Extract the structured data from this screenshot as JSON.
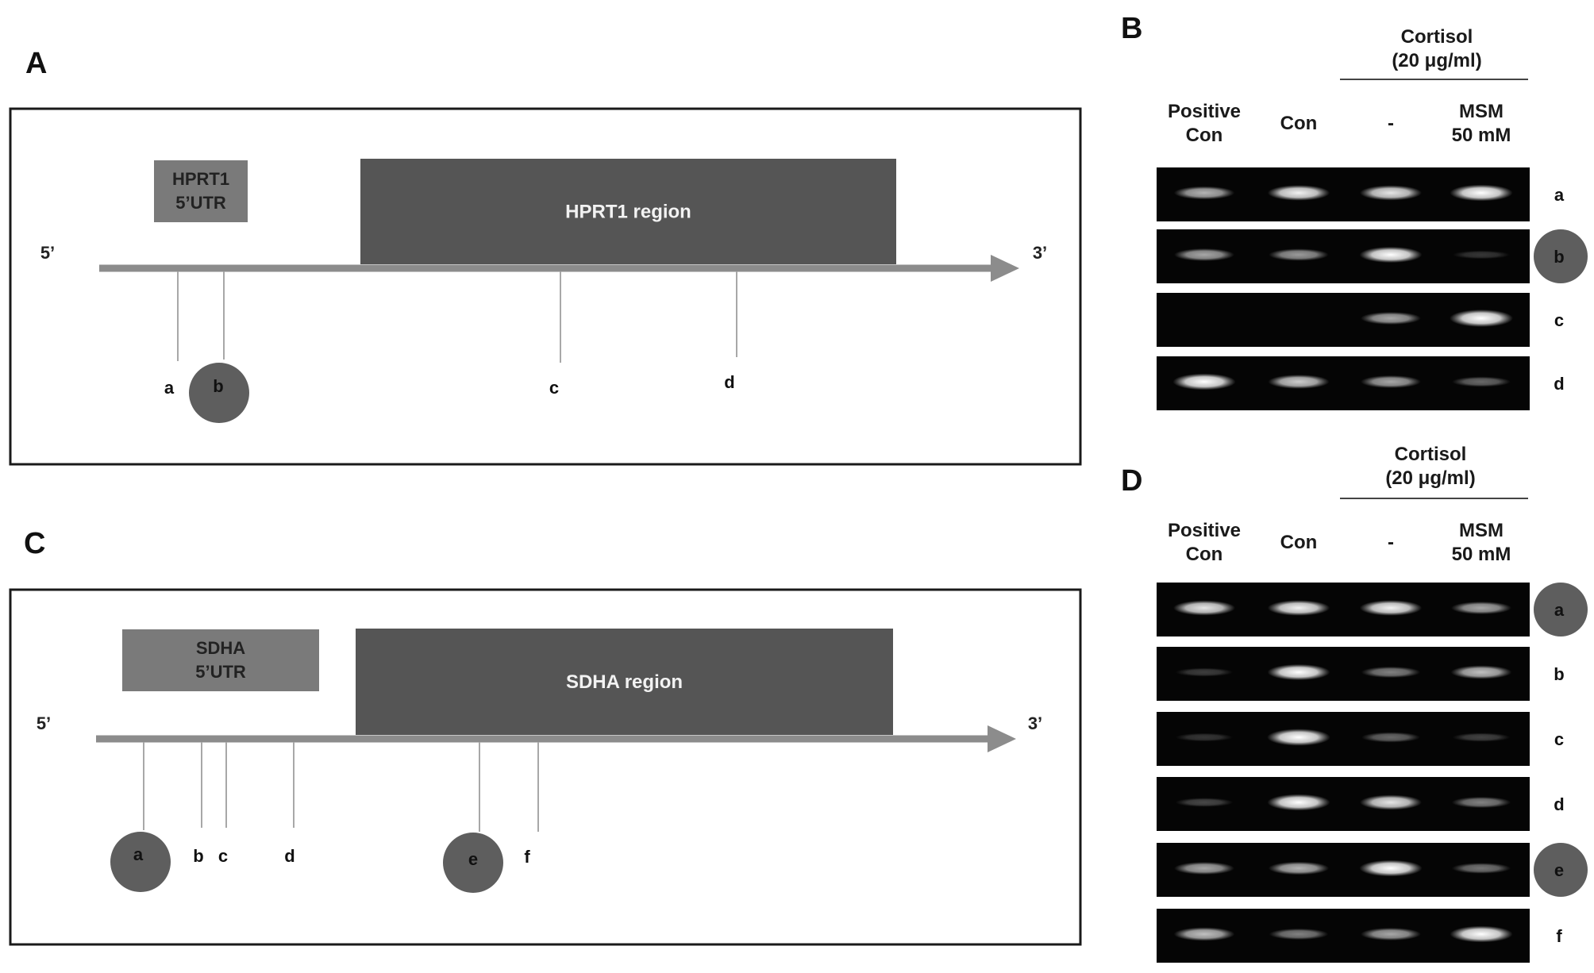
{
  "panels": {
    "A": {
      "letter": "A",
      "utr_label": [
        "HPRT1",
        "5’UTR"
      ],
      "region_label": "HPRT1 region",
      "five_prime": "5’",
      "three_prime": "3’",
      "sites": [
        {
          "label": "a",
          "highlighted": false
        },
        {
          "label": "b",
          "highlighted": true
        },
        {
          "label": "c",
          "highlighted": false
        },
        {
          "label": "d",
          "highlighted": false
        }
      ]
    },
    "B": {
      "letter": "B",
      "treatment": [
        "Cortisol",
        "(20 μg/ml)"
      ],
      "columns": [
        {
          "label": [
            "Positive",
            "Con"
          ]
        },
        {
          "label": [
            "Con"
          ]
        },
        {
          "label": [
            "-"
          ]
        },
        {
          "label": [
            "MSM",
            "50 mM"
          ]
        }
      ],
      "rows": [
        {
          "label": "a",
          "highlighted": false,
          "bands": [
            0.55,
            0.8,
            0.75,
            0.9
          ]
        },
        {
          "label": "b",
          "highlighted": true,
          "bands": [
            0.5,
            0.45,
            0.85,
            0.05
          ]
        },
        {
          "label": "c",
          "highlighted": false,
          "bands": [
            0.0,
            0.0,
            0.5,
            1.0
          ]
        },
        {
          "label": "d",
          "highlighted": false,
          "bands": [
            0.9,
            0.65,
            0.5,
            0.25
          ]
        }
      ]
    },
    "C": {
      "letter": "C",
      "utr_label": [
        "SDHA",
        "5’UTR"
      ],
      "region_label": "SDHA region",
      "five_prime": "5’",
      "three_prime": "3’",
      "sites": [
        {
          "label": "a",
          "highlighted": true
        },
        {
          "label": "b",
          "highlighted": false
        },
        {
          "label": "c",
          "highlighted": false
        },
        {
          "label": "d",
          "highlighted": false
        },
        {
          "label": "e",
          "highlighted": true
        },
        {
          "label": "f",
          "highlighted": false
        }
      ]
    },
    "D": {
      "letter": "D",
      "treatment": [
        "Cortisol",
        "(20 μg/ml)"
      ],
      "columns": [
        {
          "label": [
            "Positive",
            "Con"
          ]
        },
        {
          "label": [
            "Con"
          ]
        },
        {
          "label": [
            "-"
          ]
        },
        {
          "label": [
            "MSM",
            "50 mM"
          ]
        }
      ],
      "rows": [
        {
          "label": "a",
          "highlighted": true,
          "bands": [
            0.75,
            0.8,
            0.8,
            0.5
          ]
        },
        {
          "label": "b",
          "highlighted": false,
          "bands": [
            0.08,
            0.85,
            0.35,
            0.6
          ]
        },
        {
          "label": "c",
          "highlighted": false,
          "bands": [
            0.05,
            0.95,
            0.25,
            0.1
          ]
        },
        {
          "label": "d",
          "highlighted": false,
          "bands": [
            0.12,
            0.9,
            0.75,
            0.35
          ]
        },
        {
          "label": "e",
          "highlighted": true,
          "bands": [
            0.5,
            0.55,
            0.9,
            0.3
          ]
        },
        {
          "label": "f",
          "highlighted": false,
          "bands": [
            0.6,
            0.35,
            0.5,
            0.9
          ]
        }
      ]
    }
  },
  "colors": {
    "frame": "#1a1a1a",
    "axis": "#8c8c8c",
    "region_fill": "#555555",
    "utr_fill": "#7a7a7a",
    "highlight_circle": "#5e5e5e",
    "gel_background": "#050505"
  }
}
